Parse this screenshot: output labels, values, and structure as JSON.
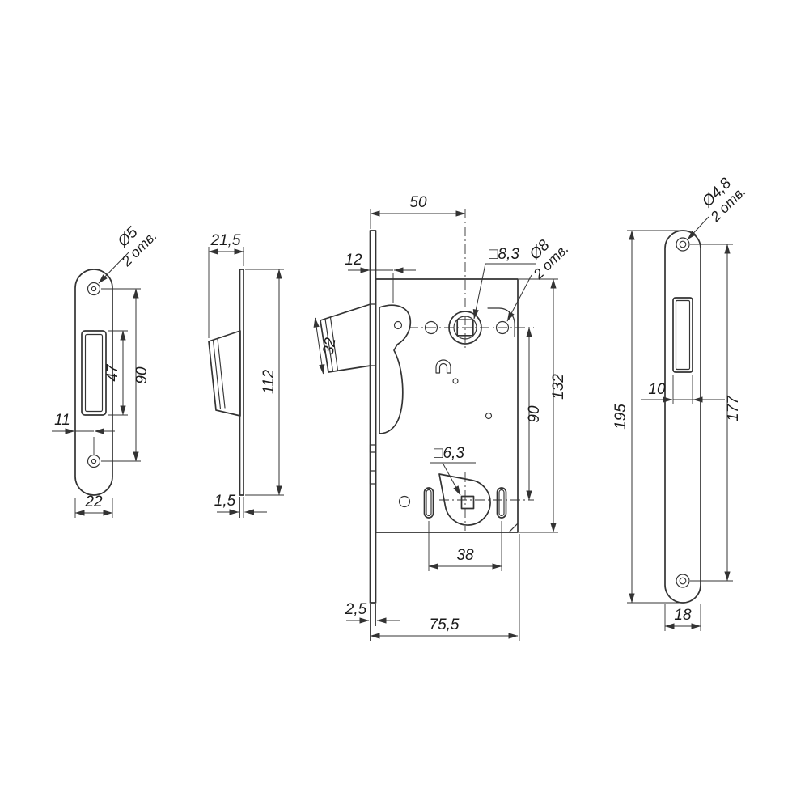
{
  "drawing": {
    "background": "#ffffff",
    "line_color": "#333333"
  },
  "views": {
    "strike_front": {
      "dims": {
        "callout_dia": "Ø5",
        "callout_count": "2 отв.",
        "holes_spacing": "90",
        "cutout_height": "47",
        "hole_offset": "11",
        "width": "22"
      }
    },
    "strike_side": {
      "dims": {
        "depth": "21,5",
        "height": "112",
        "thickness": "1,5"
      }
    },
    "lock_body": {
      "dims": {
        "backset": "50",
        "follower_offset": "12",
        "spindle_square": "□8,3",
        "callout_dia": "Ø8",
        "callout_count": "2 отв.",
        "latch_width": "32",
        "case_height": "132",
        "centers_spacing": "90",
        "wc_square": "□6,3",
        "slots_spacing": "38",
        "faceplate_thickness": "2,5",
        "case_depth": "75,5"
      }
    },
    "faceplate": {
      "dims": {
        "callout_dia": "Ø4,8",
        "callout_count": "2 отв.",
        "slot_width": "10",
        "holes_spacing": "177",
        "height": "195",
        "width": "18"
      }
    }
  }
}
